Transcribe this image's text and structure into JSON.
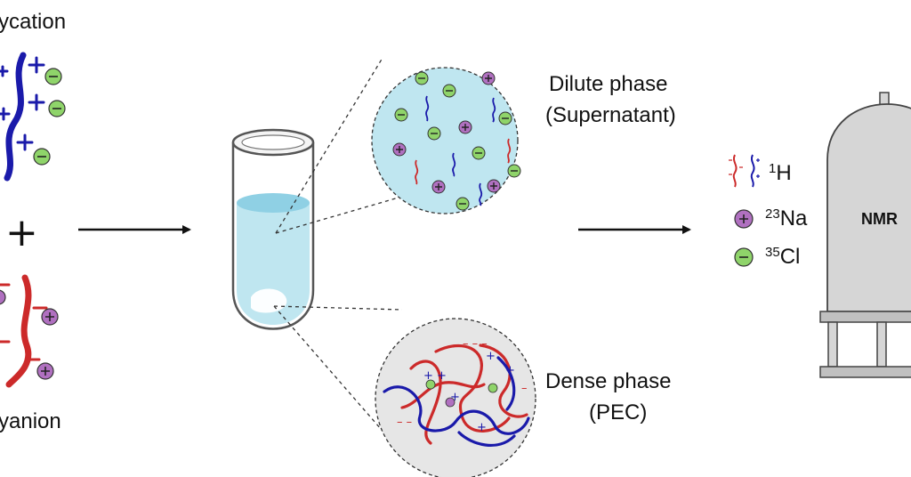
{
  "labels": {
    "polycation": "ycation",
    "polyanion": "yanion",
    "plus": "+",
    "dilute_line1": "Dilute phase",
    "dilute_line2": "(Supernatant)",
    "dense_line1": "Dense phase",
    "dense_line2": "(PEC)",
    "nmr": "NMR"
  },
  "legend": [
    {
      "iso": "1",
      "el": "H",
      "icon": "polymer-chains-icon"
    },
    {
      "iso": "23",
      "el": "Na",
      "icon": "sodium-ion-icon"
    },
    {
      "iso": "35",
      "el": "Cl",
      "icon": "chloride-ion-icon"
    }
  ],
  "colors": {
    "polycation": "#1a1aaa",
    "polyanion": "#cc2a2a",
    "sodium_ion": "#b070c0",
    "chloride_ion": "#8fd46a",
    "dilute_fill": "#bfe6f0",
    "dense_fill": "#e6e6e6",
    "nmr_body": "#d6d6d6"
  }
}
